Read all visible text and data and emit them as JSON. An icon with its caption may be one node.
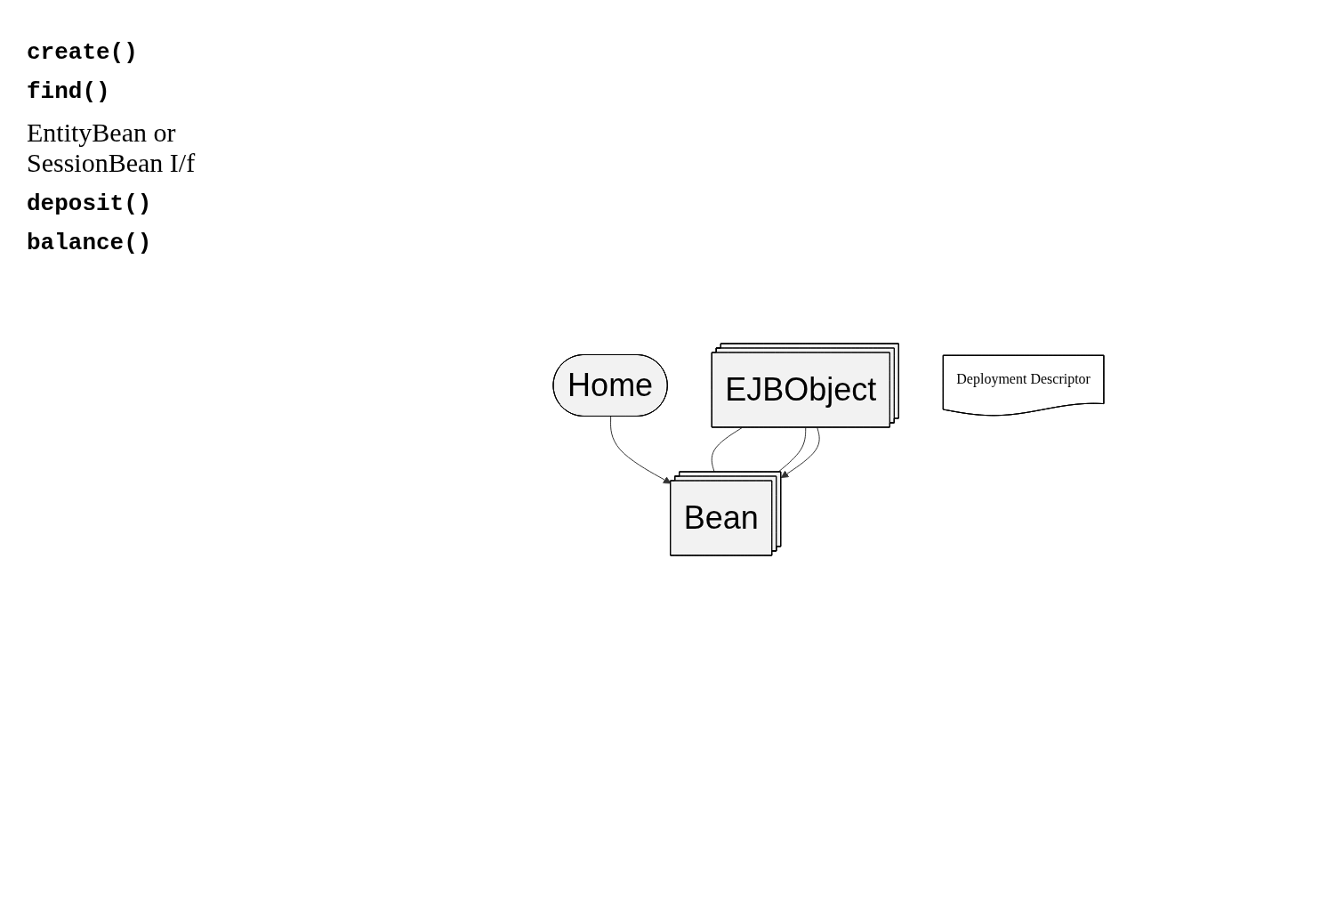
{
  "diagram": {
    "nodes": [
      {
        "text": [
          "Home"
        ]
      },
      {
        "text": [
          "EJBObject"
        ]
      },
      {
        "text": [
          "Bean"
        ]
      },
      {
        "text": [
          "Deployment Descriptor"
        ]
      }
    ],
    "edges": [
      {
        "from": 0,
        "to": 2,
        "arrow": "to"
      },
      {
        "from": 1,
        "to": 2,
        "arrow": "none"
      },
      {
        "from": 1,
        "to": 2,
        "arrow": "none"
      },
      {
        "from": 1,
        "to": 2,
        "arrow": "to"
      }
    ],
    "labels": [
      "create()",
      "find()",
      "EntityBean or SessionBean I/f",
      "deposit()",
      "balance()"
    ]
  }
}
